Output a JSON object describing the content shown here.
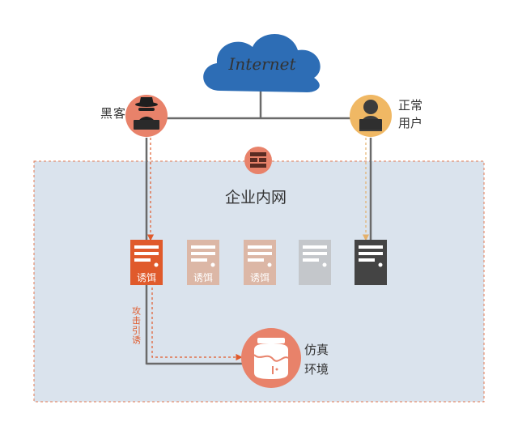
{
  "cloud": {
    "label": "Internet",
    "color": "#2d6db5"
  },
  "hacker": {
    "label_line1": "黑",
    "label_line2": "客",
    "color": "#e8826a"
  },
  "normal_user": {
    "label_line1": "正常",
    "label_line2": "用户",
    "color": "#f0b864"
  },
  "network_label": "企业内网",
  "servers": [
    {
      "kind": "decoy",
      "label": "诱饵",
      "color": "#e05a2b"
    },
    {
      "kind": "decoy-faded",
      "label": "诱饵",
      "color": "#dcb7a6"
    },
    {
      "kind": "decoy-faded",
      "label": "诱饵",
      "color": "#dcb7a6"
    },
    {
      "kind": "normal-faded",
      "label": "",
      "color": "#c4c7cb"
    },
    {
      "kind": "normal",
      "label": "",
      "color": "#444444"
    }
  ],
  "attack_label": "攻击引诱",
  "honeypot": {
    "label_line1": "仿真",
    "label_line2": "环境",
    "color": "#e8826a"
  },
  "colors": {
    "intranet_bg": "#dae3ed",
    "intranet_border": "#e27a52",
    "line": "#6a6a6a",
    "attack_path": "#e05a2b",
    "normal_path": "#e4b06a"
  }
}
